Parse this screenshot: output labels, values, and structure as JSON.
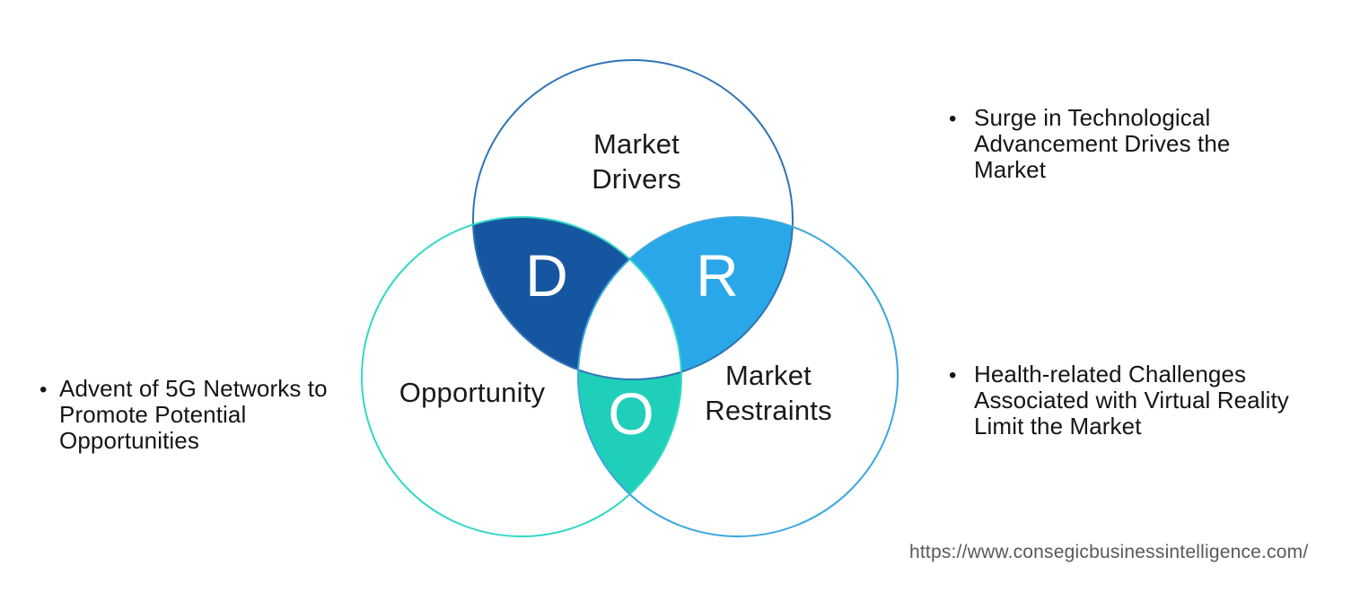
{
  "diagram": {
    "labels": {
      "drivers": "Market\nDrivers",
      "opportunity": "Opportunity",
      "restraints": "Market\nRestraints"
    },
    "letters": {
      "d": "D",
      "r": "R",
      "o": "O"
    },
    "colors": {
      "drivers_stroke": "#2E74B5",
      "opportunity_stroke": "#2FD9C4",
      "restraints_stroke": "#3BA7DD",
      "d_fill": "#1656A0",
      "r_fill": "#2AA7E8",
      "o_fill": "#20CFBA",
      "center_fill": "#FFFFFF",
      "text_color": "#1A1A1A",
      "url_color": "#595959"
    }
  },
  "bullets": {
    "left": {
      "marker": "•",
      "text": "Advent of 5G Networks to\nPromote Potential\nOpportunities"
    },
    "top_right": {
      "marker": "•",
      "text": "Surge in Technological\nAdvancement Drives the Market"
    },
    "bottom_right": {
      "marker": "•",
      "text": "Health-related Challenges\nAssociated with Virtual Reality\nLimit the Market"
    }
  },
  "footer": {
    "url": "https://www.consegicbusinessintelligence.com/"
  }
}
